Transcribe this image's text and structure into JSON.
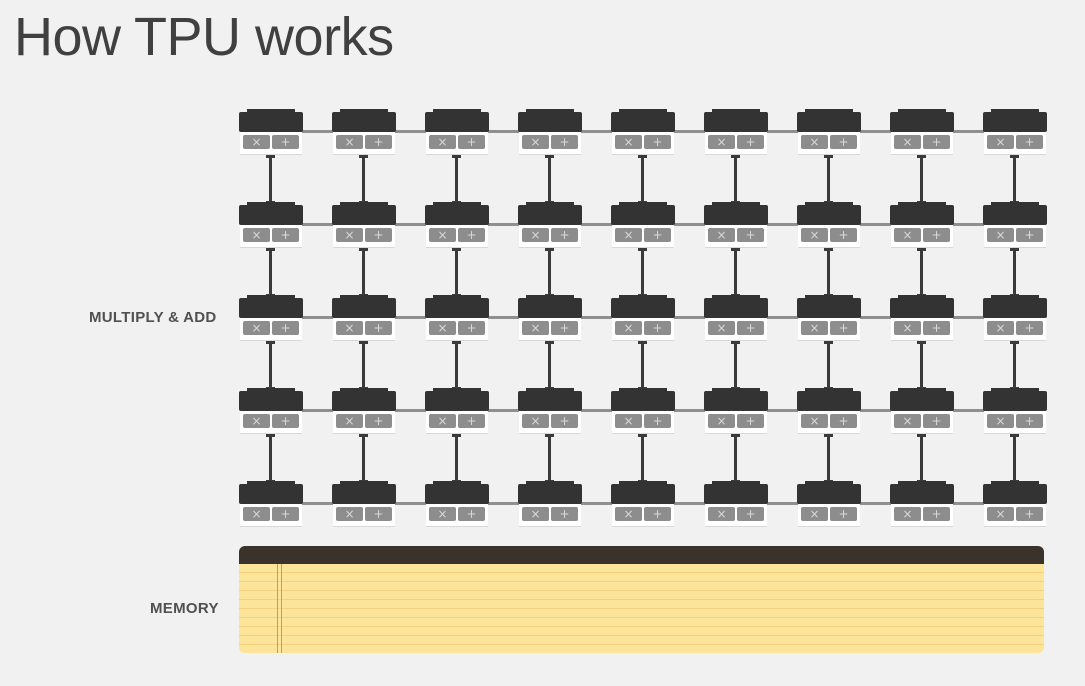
{
  "title": "How TPU works",
  "labels": {
    "compute": "MULTIPLY & ADD",
    "memory": "MEMORY"
  },
  "unit_ops": {
    "multiply": "×",
    "add": "+"
  },
  "grid": {
    "rows": 5,
    "columns": 9
  },
  "colors": {
    "background": "#f1f1f1",
    "unit_cap": "#333333",
    "op_button": "#8d8d8d",
    "memory_bar": "#3a332c",
    "memory_paper": "#fce59a",
    "memory_margin": "#e58b6c"
  },
  "icons": {
    "compute_unit": "multiply-add-unit-icon",
    "memory": "legal-pad-memory-icon"
  }
}
